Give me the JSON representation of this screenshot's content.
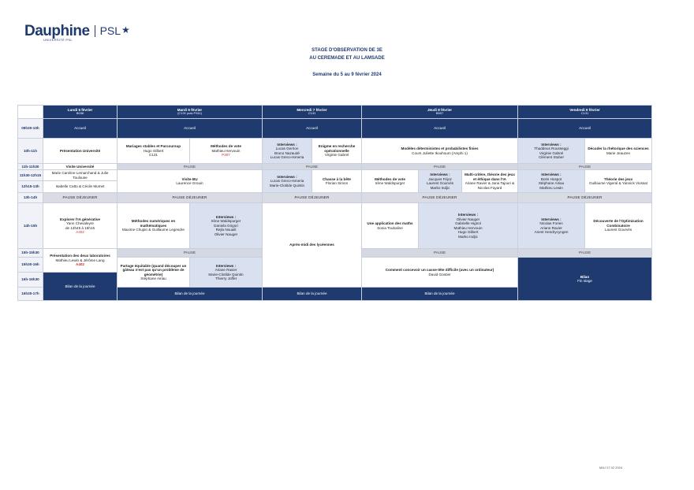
{
  "logo": {
    "name": "Dauphine",
    "sub": "UNIVERSITÉ PSL",
    "psl": "PSL"
  },
  "title": {
    "line1": "STAGE D'OBSERVATION DE 3E",
    "line2": "AU CEREMADE ET AU LAMSADE",
    "dates": "Semaine du 5 au 9 février 2024"
  },
  "times": {
    "t0": "09h30-10h",
    "t1": "10h-11h",
    "t2": "11h-11h30",
    "t3": "11h30-12h15",
    "t4": "12h15-13h",
    "t5": "13h-14h",
    "t6": "14h-15h",
    "t7": "15h-15h30",
    "t8": "15h30-16h",
    "t9": "16h-16h30",
    "t10": "16h30-17h"
  },
  "days": {
    "d1": {
      "name": "Lundi 5 février",
      "room": "B036"
    },
    "d2": {
      "name": "Mardi 6 février",
      "room": "(C131 puis P311)"
    },
    "d3": {
      "name": "Mercredi 7 février",
      "room": "C131"
    },
    "d4": {
      "name": "Jeudi 8 février",
      "room": "B507"
    },
    "d5": {
      "name": "Vendredi 9 février",
      "room": "C131"
    }
  },
  "c": {
    "accueil": "Accueil",
    "pause": "PAUSE",
    "lunch": "PAUSE DÉJEUNER",
    "bilan": "Bilan de la journée",
    "interviews": "Interviews :",
    "mon_pres_t": "Présentation Université",
    "mon_visite_t": "Visite Université",
    "mon_visite_p": "Marie Caroline Lemarchand & Julie Toulouse",
    "mon_isab": "Isabelle Catto & Cécile Mumet",
    "mon_ia_t": "Explorer l'IA générative",
    "mon_ia_p1": "Yann Chevaleyre",
    "mon_ia_p2": "de 13h45 à 15h15",
    "mon_ia_p3": "A402",
    "mon_pres2_t": "Présentation des deux laboratoires",
    "mon_pres2_p": "Mathieu Lewin & Jérôme Lang",
    "mon_pres2_r": "A402",
    "tue_mar_t": "Mariages stables et Parcoursup",
    "tue_mar_p1": "Hugo Gilbert",
    "tue_mar_p2": "C131",
    "tue_vote_t": "Méthodes de vote",
    "tue_vote_p": "Mathieu Hervouin",
    "tue_vote_r": "P307",
    "tue_bu_t": "Visite BU",
    "tue_bu_p": "Laurence Grouin",
    "tue_num_t": "Méthodes numériques en mathématiques",
    "tue_num_p": "Maxime Chupin & Guillaume Legendre",
    "tue_int_1": "Irène Waldspurger",
    "tue_int_2": "Daniela Grigori",
    "tue_int_3": "Rejla Nouaili",
    "tue_int_4": "Olivier Nauger",
    "tue_part_t": "Partage équitable (quand découper un gâteau n'est pas qu'un problème de géométrie)",
    "tue_part_p": "Stéphane Airiau",
    "tue_int2_1": "Ariane Ravier",
    "tue_int2_2": "Marie-Clotilde Quintin",
    "tue_int2_3": "Thierry Joffet",
    "wed_int_1": "Lucas Gerrion",
    "wed_int_2": "Bruno Nazaudé",
    "wed_int_3": "Lucas Greco-Ismeria",
    "wed_rech_t": "Enigme en recherche opérationnelle",
    "wed_rech_p": "Virginie Gabrel",
    "wed_int2_1": "Lucas Greco-Ismeria",
    "wed_int2_2": "Marie-Clotilde Quintin",
    "wed_chase_t": "Chasse à la bête",
    "wed_chase_p": "Florian Simon",
    "wed_apm": "Après-midi des lycéennes",
    "thu_mod_t": "Modèles déterministes et probabilistes finies",
    "thu_mod_p": "Cours Juliette Ikouhoum (Amphi 1)",
    "thu_vote_t": "Méthodes de vote",
    "thu_vote_p": "Irène Waldspurger",
    "thu_int_1": "Jacques Féjoz",
    "thu_int_2": "Laurent Gourvès",
    "thu_int_3": "Marko Indjic",
    "thu_multi_t": "Multi-critère, théorie des jeux et éthique dans l'IA",
    "thu_multi_p": "Ariane Ravier & Jana Tajouri & Nicolas Fayard",
    "thu_app_t": "Une application des maths",
    "thu_app_p": "Sonia Toubaline",
    "thu_int2_1": "Olivier Nauger",
    "thu_int2_2": "Gabrielle Hignol",
    "thu_int2_3": "Mathieu Hervouin",
    "thu_int2_4": "Hugo Gilbert",
    "thu_int2_5": "Marko Indjic",
    "thu_comm_t": "Comment concevoir un casse-tête difficile (avec un ordinateur)",
    "thu_comm_p": "David Gontier",
    "fri_int_1": "Thaddeus Rousseggi",
    "fri_int_2": "Virginie Gabrel",
    "fri_int_3": "Clément Stuber",
    "fri_dec_t": "Décoder la rhétorique des sciences",
    "fri_dec_p": "Marie Jeauzen",
    "fri_int2_1": "Boris Hospot",
    "fri_int2_2": "Stéphane Airiau",
    "fri_int2_3": "Mathieu Lewin",
    "fri_theo_t": "Théorie des jeux",
    "fri_theo_p": "Guillaume Vigeral & Yannick Viossat",
    "fri_int3_1": "Nicolas Forien",
    "fri_int3_2": "Ariane Ravier",
    "fri_int3_3": "Anent Hendrycyngen",
    "fri_opt_t": "Découverte de l'Optimisation Combinatoire",
    "fri_opt_p": "Laurent Gourvès",
    "fri_bilan_1": "Bilan",
    "fri_bilan_2": "Fin stage"
  },
  "footer": "MAJ 07 02 2024"
}
